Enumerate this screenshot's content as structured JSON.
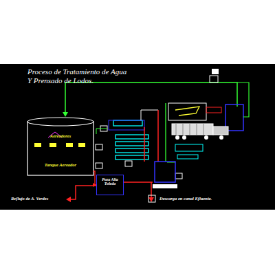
{
  "diagram": {
    "title": "Proceso de Tratamiento de Agua Y Prensado de Lodos.",
    "nodes": [
      {
        "text": [
          "Aereadores",
          "Tanque Aereador"
        ]
      },
      {
        "text": [
          "Poza Alta Toleda"
        ]
      }
    ],
    "edges": [
      {
        "from": 0,
        "to": 1,
        "arrow": "to"
      }
    ],
    "labels": [
      "Reflujo de A. Verdes",
      "Descarga en canal Efluente."
    ]
  }
}
